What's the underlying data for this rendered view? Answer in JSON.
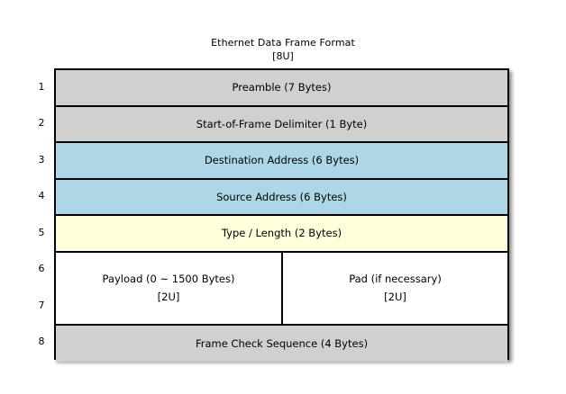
{
  "diagram": {
    "title": "Ethernet Data Frame Format",
    "subtitle": "[8U]",
    "colors": {
      "gray": "#d0d0d0",
      "blue": "#abd7e6",
      "cream": "#ffffdc",
      "white": "#ffffff",
      "border": "#000000",
      "background": "#ffffff"
    },
    "row_numbers": [
      "1",
      "2",
      "3",
      "4",
      "5",
      "6",
      "7",
      "8"
    ],
    "fields": [
      {
        "index": "1",
        "label": "Preamble (7 Bytes)",
        "color": "#d0d0d0",
        "rows": 1,
        "split": false
      },
      {
        "index": "2",
        "label": "Start-of-Frame Delimiter (1 Byte)",
        "color": "#d0d0d0",
        "rows": 1,
        "split": false
      },
      {
        "index": "3",
        "label": "Destination Address (6 Bytes)",
        "color": "#abd7e6",
        "rows": 1,
        "split": false
      },
      {
        "index": "4",
        "label": "Source Address (6 Bytes)",
        "color": "#abd7e6",
        "rows": 1,
        "split": false
      },
      {
        "index": "5",
        "label": "Type / Length (2 Bytes)",
        "color": "#ffffdc",
        "rows": 1,
        "split": false
      },
      {
        "index": "6-7",
        "color": "#ffffff",
        "rows": 2,
        "split": true,
        "left": {
          "label": "Payload (0 ~ 1500 Bytes)",
          "tag": "[2U]"
        },
        "right": {
          "label": "Pad (if necessary)",
          "tag": "[2U]"
        }
      },
      {
        "index": "8",
        "label": "Frame Check Sequence (4 Bytes)",
        "color": "#d0d0d0",
        "rows": 1,
        "split": false
      }
    ]
  }
}
